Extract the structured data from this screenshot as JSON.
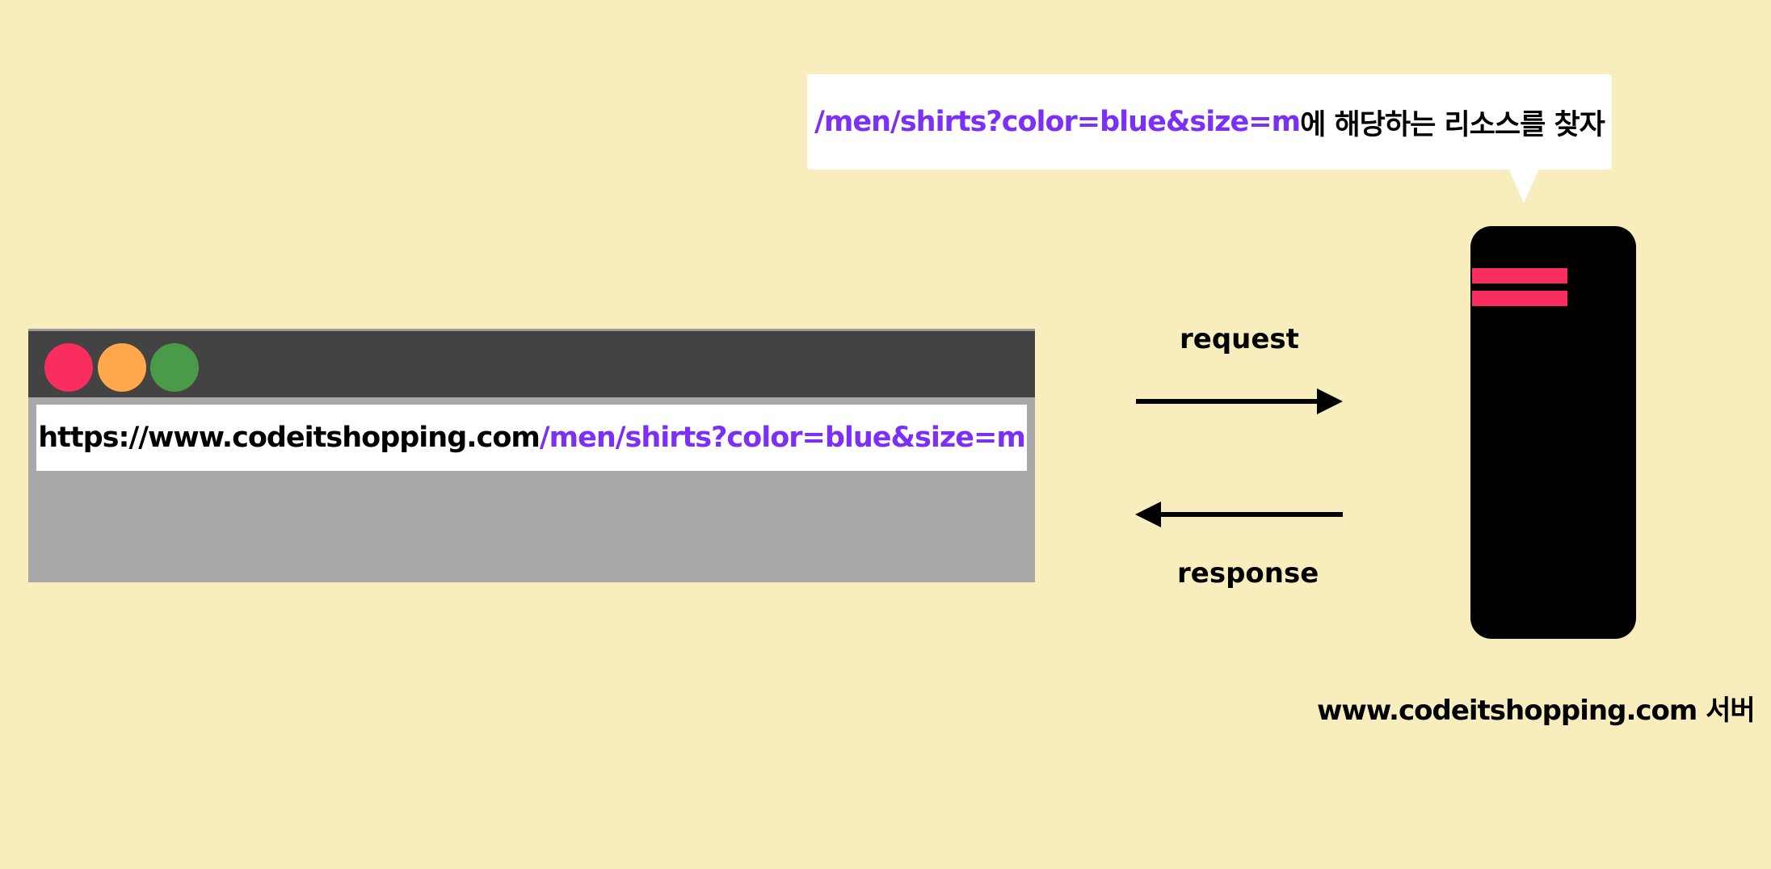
{
  "colors": {
    "background": "#f8edbc",
    "highlight": "#7b2ff7",
    "dot_red": "#fa2d5f",
    "dot_orange": "#ffa84c",
    "dot_green": "#4a9a4a",
    "server_bar": "#fa2d5f"
  },
  "browser": {
    "url_base": "https://www.codeitshopping.com",
    "url_path": "/men/shirts?color=blue&size=m"
  },
  "bubble": {
    "path": "/men/shirts?color=blue&size=m",
    "suffix": "에 해당하는 리소스를 찾자"
  },
  "arrows": {
    "request_label": "request",
    "response_label": "response"
  },
  "server": {
    "label": "www.codeitshopping.com 서버"
  }
}
